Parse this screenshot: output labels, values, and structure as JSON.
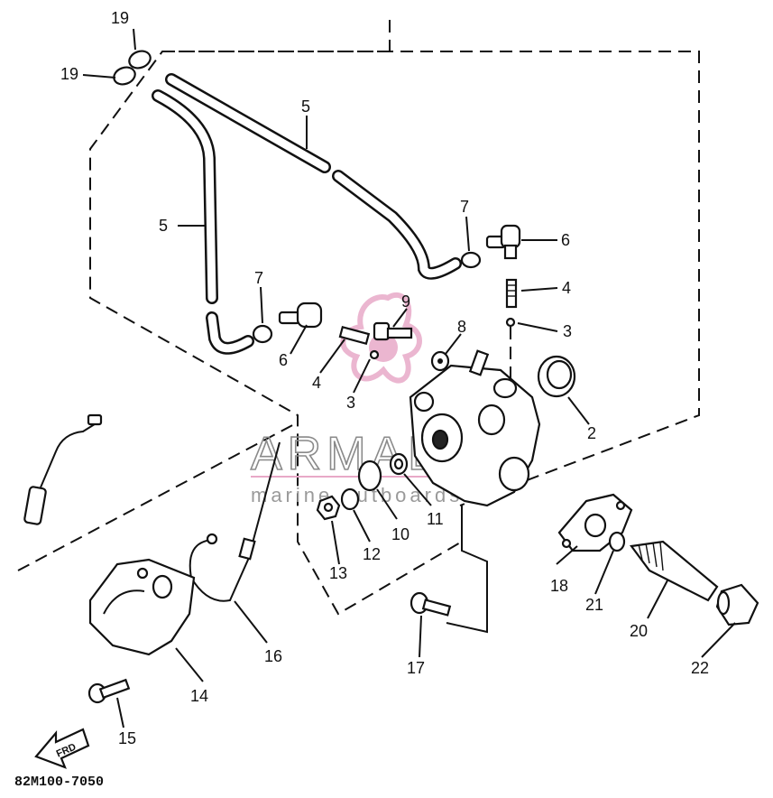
{
  "diagram_code": "82M100-7050",
  "fwd_label": "FRD",
  "watermark": {
    "brand": "ARMADA",
    "tagline": "marine outboards",
    "accent": "#e8a9c8"
  },
  "callouts": {
    "c19a": "19",
    "c19b": "19",
    "c5a": "5",
    "c5b": "5",
    "c7a": "7",
    "c7b": "7",
    "c6a": "6",
    "c6b": "6",
    "c4a": "4",
    "c4b": "4",
    "c3a": "3",
    "c3b": "3",
    "c9": "9",
    "c8": "8",
    "c2": "2",
    "c10": "10",
    "c11": "11",
    "c12": "12",
    "c13": "13",
    "c14": "14",
    "c15": "15",
    "c16": "16",
    "c17": "17",
    "c18": "18",
    "c20": "20",
    "c21": "21",
    "c22": "22"
  },
  "colors": {
    "ink": "#111111",
    "background": "#ffffff"
  }
}
